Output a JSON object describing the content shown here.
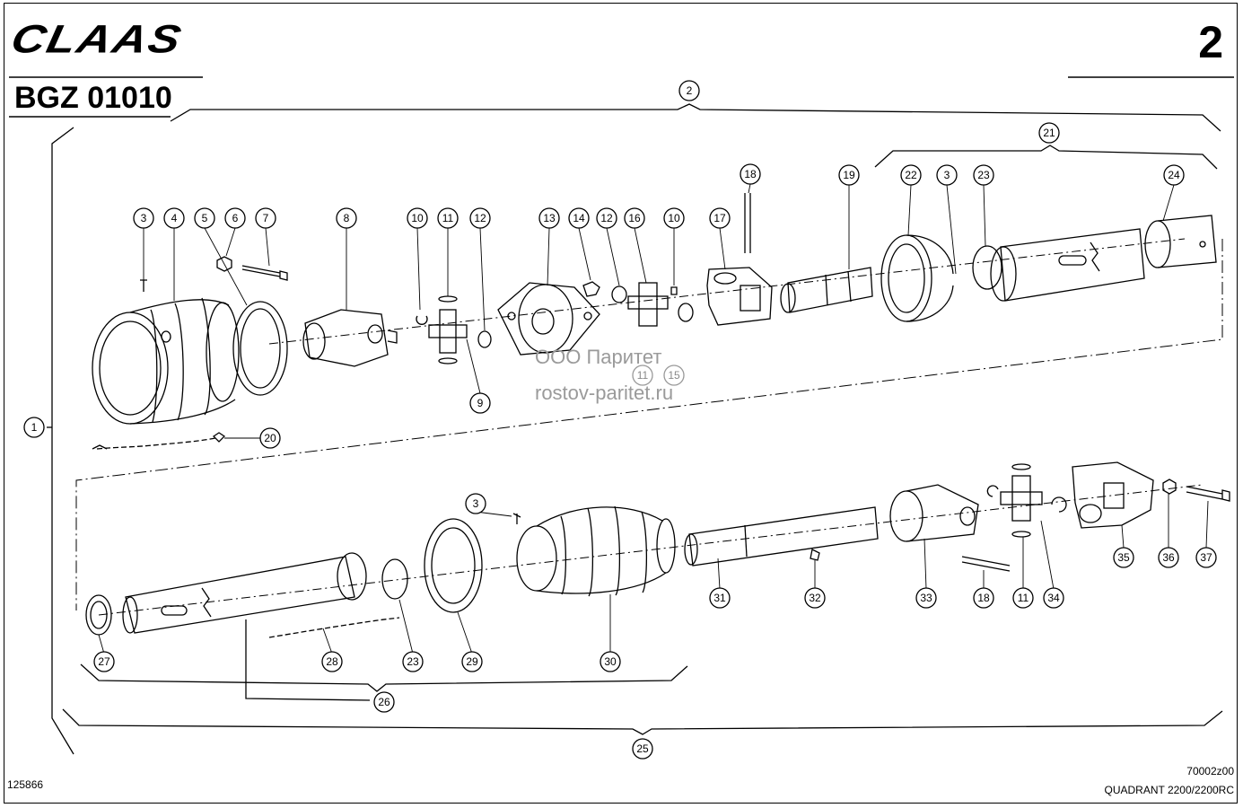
{
  "header": {
    "brand": "CLAAS",
    "page_number": "2",
    "group_code": "BGZ 01010"
  },
  "footer": {
    "drawing_id": "125866",
    "ref_code": "70002z00",
    "model": "QUADRANT 2200/2200RC"
  },
  "watermark": {
    "line1": "ООО Паритет",
    "line2": "rostov-paritet.ru"
  },
  "callouts_top": [
    "3",
    "4",
    "5",
    "6",
    "7",
    "8",
    "10",
    "11",
    "12",
    "9",
    "13",
    "14",
    "12",
    "16",
    "10",
    "11",
    "15",
    "17",
    "18",
    "19",
    "22",
    "3",
    "23",
    "24"
  ],
  "callouts_bottom": [
    "3",
    "27",
    "23",
    "29",
    "30",
    "31",
    "32",
    "33",
    "18",
    "11",
    "34",
    "35",
    "36",
    "37",
    "28"
  ],
  "callouts_groups": [
    "1",
    "2",
    "21",
    "20",
    "26",
    "25"
  ]
}
